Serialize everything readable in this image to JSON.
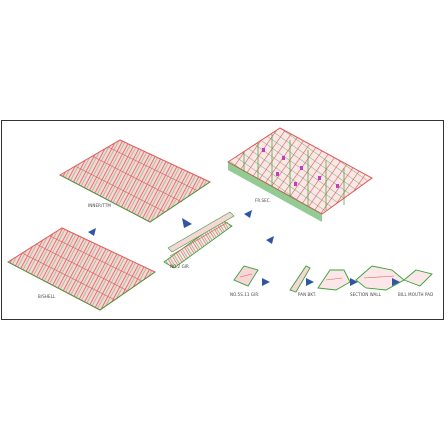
{
  "labels": {
    "deck_top": "INNER/TTM",
    "deck_bottom": "B/SHELL",
    "girder": "NO.2 GIR.",
    "section": "FR.SEC.",
    "small1": "NO.5S.11 GIR.",
    "small2": "PAN BKT.",
    "small3": "SECTION WALL",
    "small4": "BILL MOUTH PAD"
  },
  "colors": {
    "plate_red": "#e05a5a",
    "plate_fill": "#f6d6d6",
    "stiffener_green": "#39a03a",
    "arrow_blue": "#2f55a4",
    "frame": "#333333"
  }
}
